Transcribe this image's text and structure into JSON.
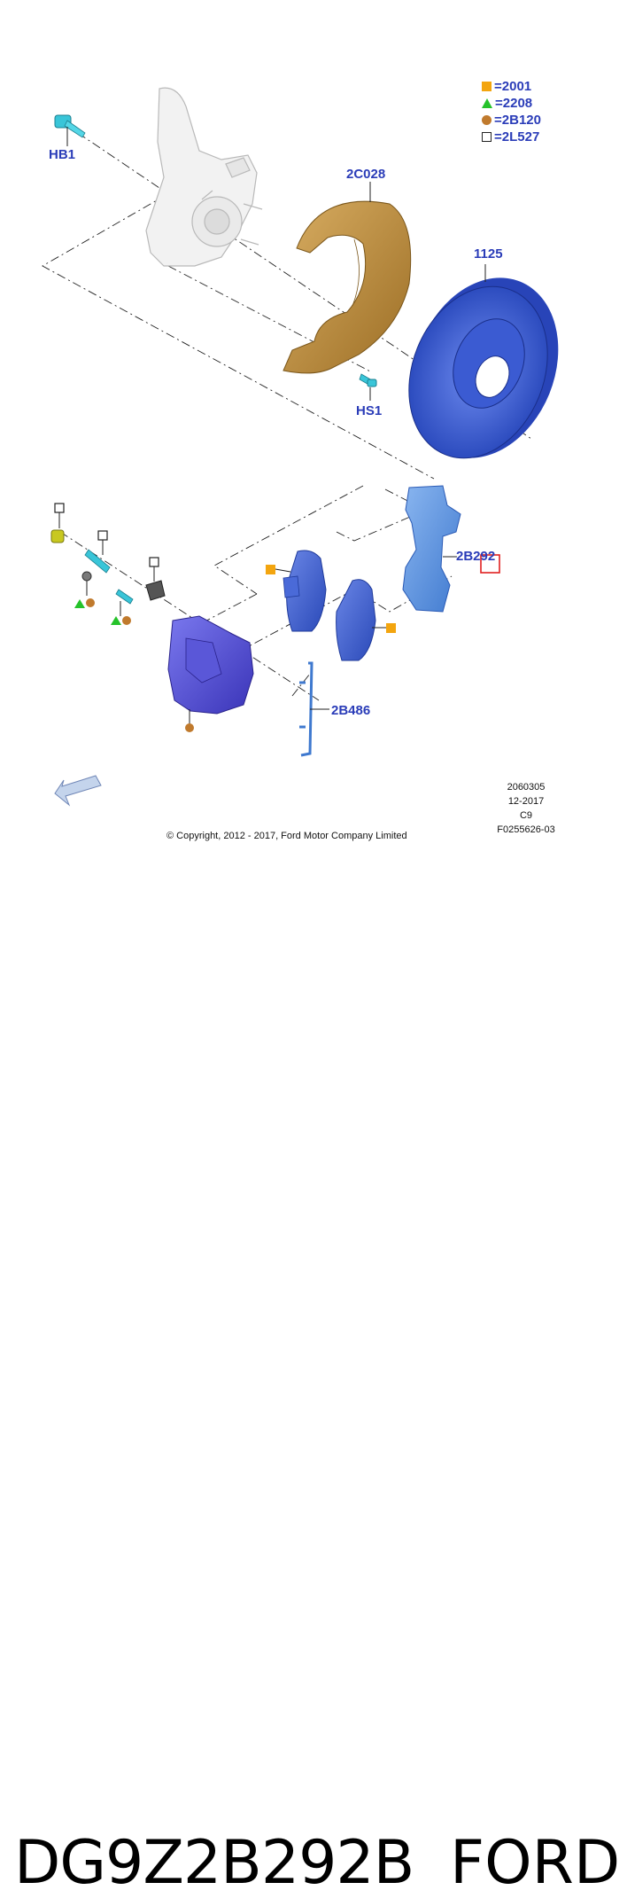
{
  "legend": [
    {
      "symbol": "orange-square",
      "code": "2001"
    },
    {
      "symbol": "green-triangle",
      "code": "2208"
    },
    {
      "symbol": "brown-circle",
      "code": "2B120"
    },
    {
      "symbol": "open-square",
      "code": "2L527"
    }
  ],
  "labels": {
    "hb1": "HB1",
    "shield": "2C028",
    "rotor": "1125",
    "hs1": "HS1",
    "bracket": "2B292",
    "spring": "2B486"
  },
  "info": {
    "line1": "2060305",
    "line2": "12-2017",
    "line3": "C9",
    "line4": "F0255626-03"
  },
  "copyright": "© Copyright, 2012 - 2017, Ford Motor Company Limited",
  "footer": {
    "part_number": "DG9Z2B292B",
    "brand": "FORD"
  },
  "colors": {
    "label_blue": "#2a3cb8",
    "part_blue": "#3a5fd0",
    "shield_bronze": "#b8893c",
    "highlight_red": "#e02020",
    "legend_orange": "#f3a50f",
    "legend_green": "#25c22a",
    "legend_brown": "#c07a2d"
  }
}
